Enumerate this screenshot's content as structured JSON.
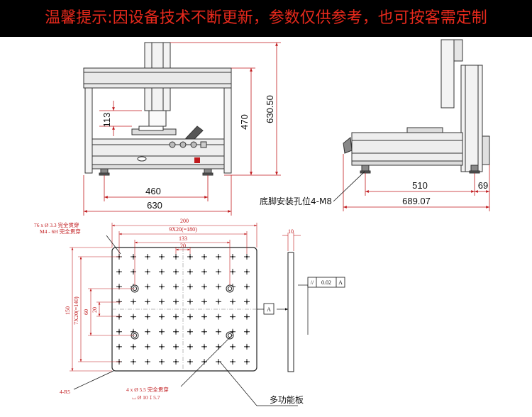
{
  "banner": {
    "text": "温馨提示:因设备技术不断更新，参数仅供参考，也可按客需定制"
  },
  "front_view": {
    "dims": {
      "d113": "113",
      "d470": "470",
      "d630_50": "630.50",
      "d460": "460",
      "d630": "630"
    }
  },
  "side_view": {
    "dims": {
      "d510": "510",
      "d69": "69",
      "d689_07": "689.07"
    },
    "mount_note": "底脚安装孔位4-M8"
  },
  "plate": {
    "hole_note_1": "76 x Ø 3.3 完全贯穿",
    "hole_note_2": "M4 - 6H 完全贯穿",
    "dim_200": "200",
    "dim_9x20": "9X20(=180)",
    "dim_133": "133",
    "dim_20_top": "20",
    "dim_150": "150",
    "dim_7x20": "7X20(=140)",
    "dim_60": "60",
    "dim_20_side": "20",
    "corner_note": "4-R5",
    "bore_note_1": "4 x Ø 5.5 完全贯穿",
    "bore_note_2": "⌴ Ø 10 ↧ 5.7",
    "label": "多功能板",
    "datum": "A",
    "thickness": "10",
    "tolerance": {
      "symbol": "//",
      "value": "0.02",
      "datum": "A"
    }
  }
}
